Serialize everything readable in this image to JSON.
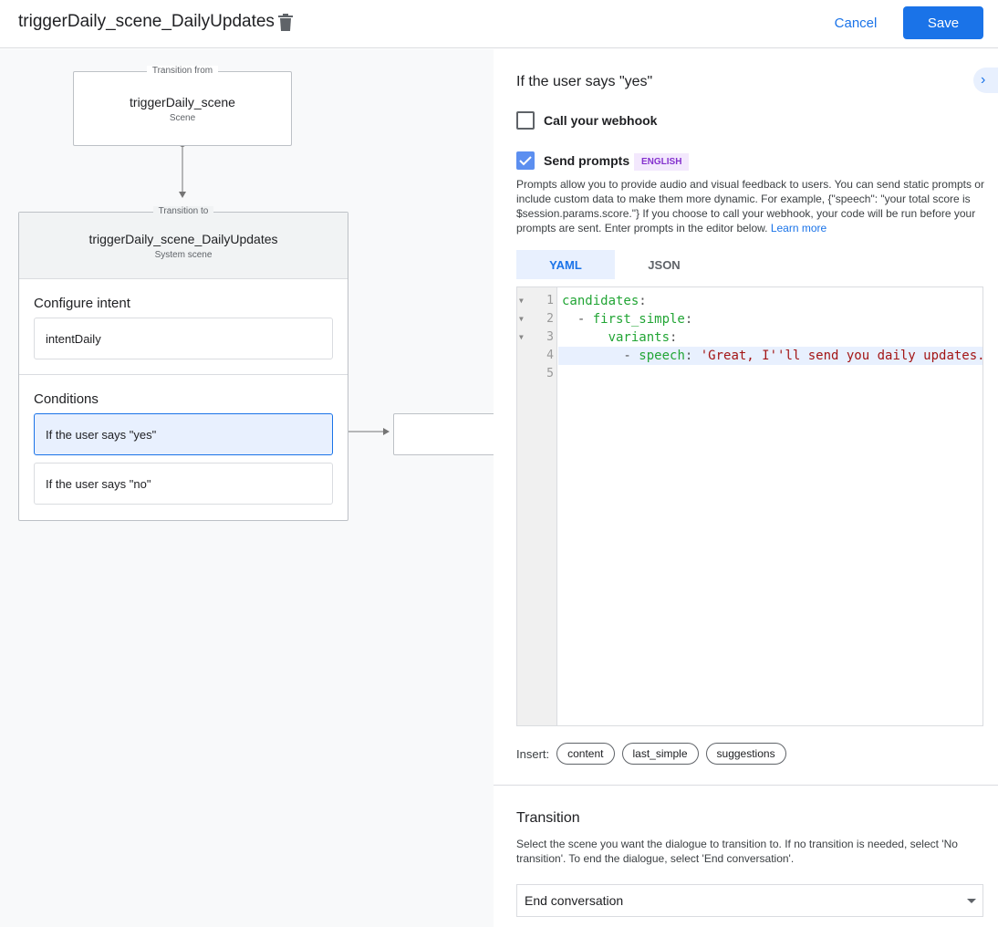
{
  "header": {
    "title": "triggerDaily_scene_DailyUpdates",
    "cancel_label": "Cancel",
    "save_label": "Save"
  },
  "canvas": {
    "from_node": {
      "legend": "Transition from",
      "name": "triggerDaily_scene",
      "type": "Scene"
    },
    "to_node": {
      "legend": "Transition to",
      "name": "triggerDaily_scene_DailyUpdates",
      "type": "System scene",
      "intent_heading": "Configure intent",
      "intent": "intentDaily",
      "conditions_heading": "Conditions",
      "conditions": [
        "If the user says \"yes\"",
        "If the user says \"no\""
      ]
    }
  },
  "panel": {
    "title": "If the user says \"yes\"",
    "webhook_label": "Call your webhook",
    "webhook_checked": false,
    "prompts_label": "Send prompts",
    "prompts_checked": true,
    "language_badge": "ENGLISH",
    "description": "Prompts allow you to provide audio and visual feedback to users. You can send static prompts or include custom data to make them more dynamic. For example, {\"speech\": \"your total score is $session.params.score.\"} If you choose to call your webhook, your code will be run before your prompts are sent. Enter prompts in the editor below.",
    "learn_more": "Learn more",
    "tabs": [
      "YAML",
      "JSON"
    ],
    "active_tab": "YAML",
    "code_lines": [
      "1",
      "2",
      "3",
      "4",
      "5"
    ],
    "code": {
      "l1k": "candidates",
      "l2k": "first_simple",
      "l3k": "variants",
      "l4k": "speech",
      "l4v": "'Great, I''ll send you daily updates."
    },
    "insert_label": "Insert:",
    "insert_chips": [
      "content",
      "last_simple",
      "suggestions"
    ],
    "transition_heading": "Transition",
    "transition_desc": "Select the scene you want the dialogue to transition to. If no transition is needed, select 'No transition'. To end the dialogue, select 'End conversation'.",
    "transition_value": "End conversation"
  },
  "colors": {
    "accent": "#1a73e8",
    "selected_condition": "#e8f0fe"
  }
}
